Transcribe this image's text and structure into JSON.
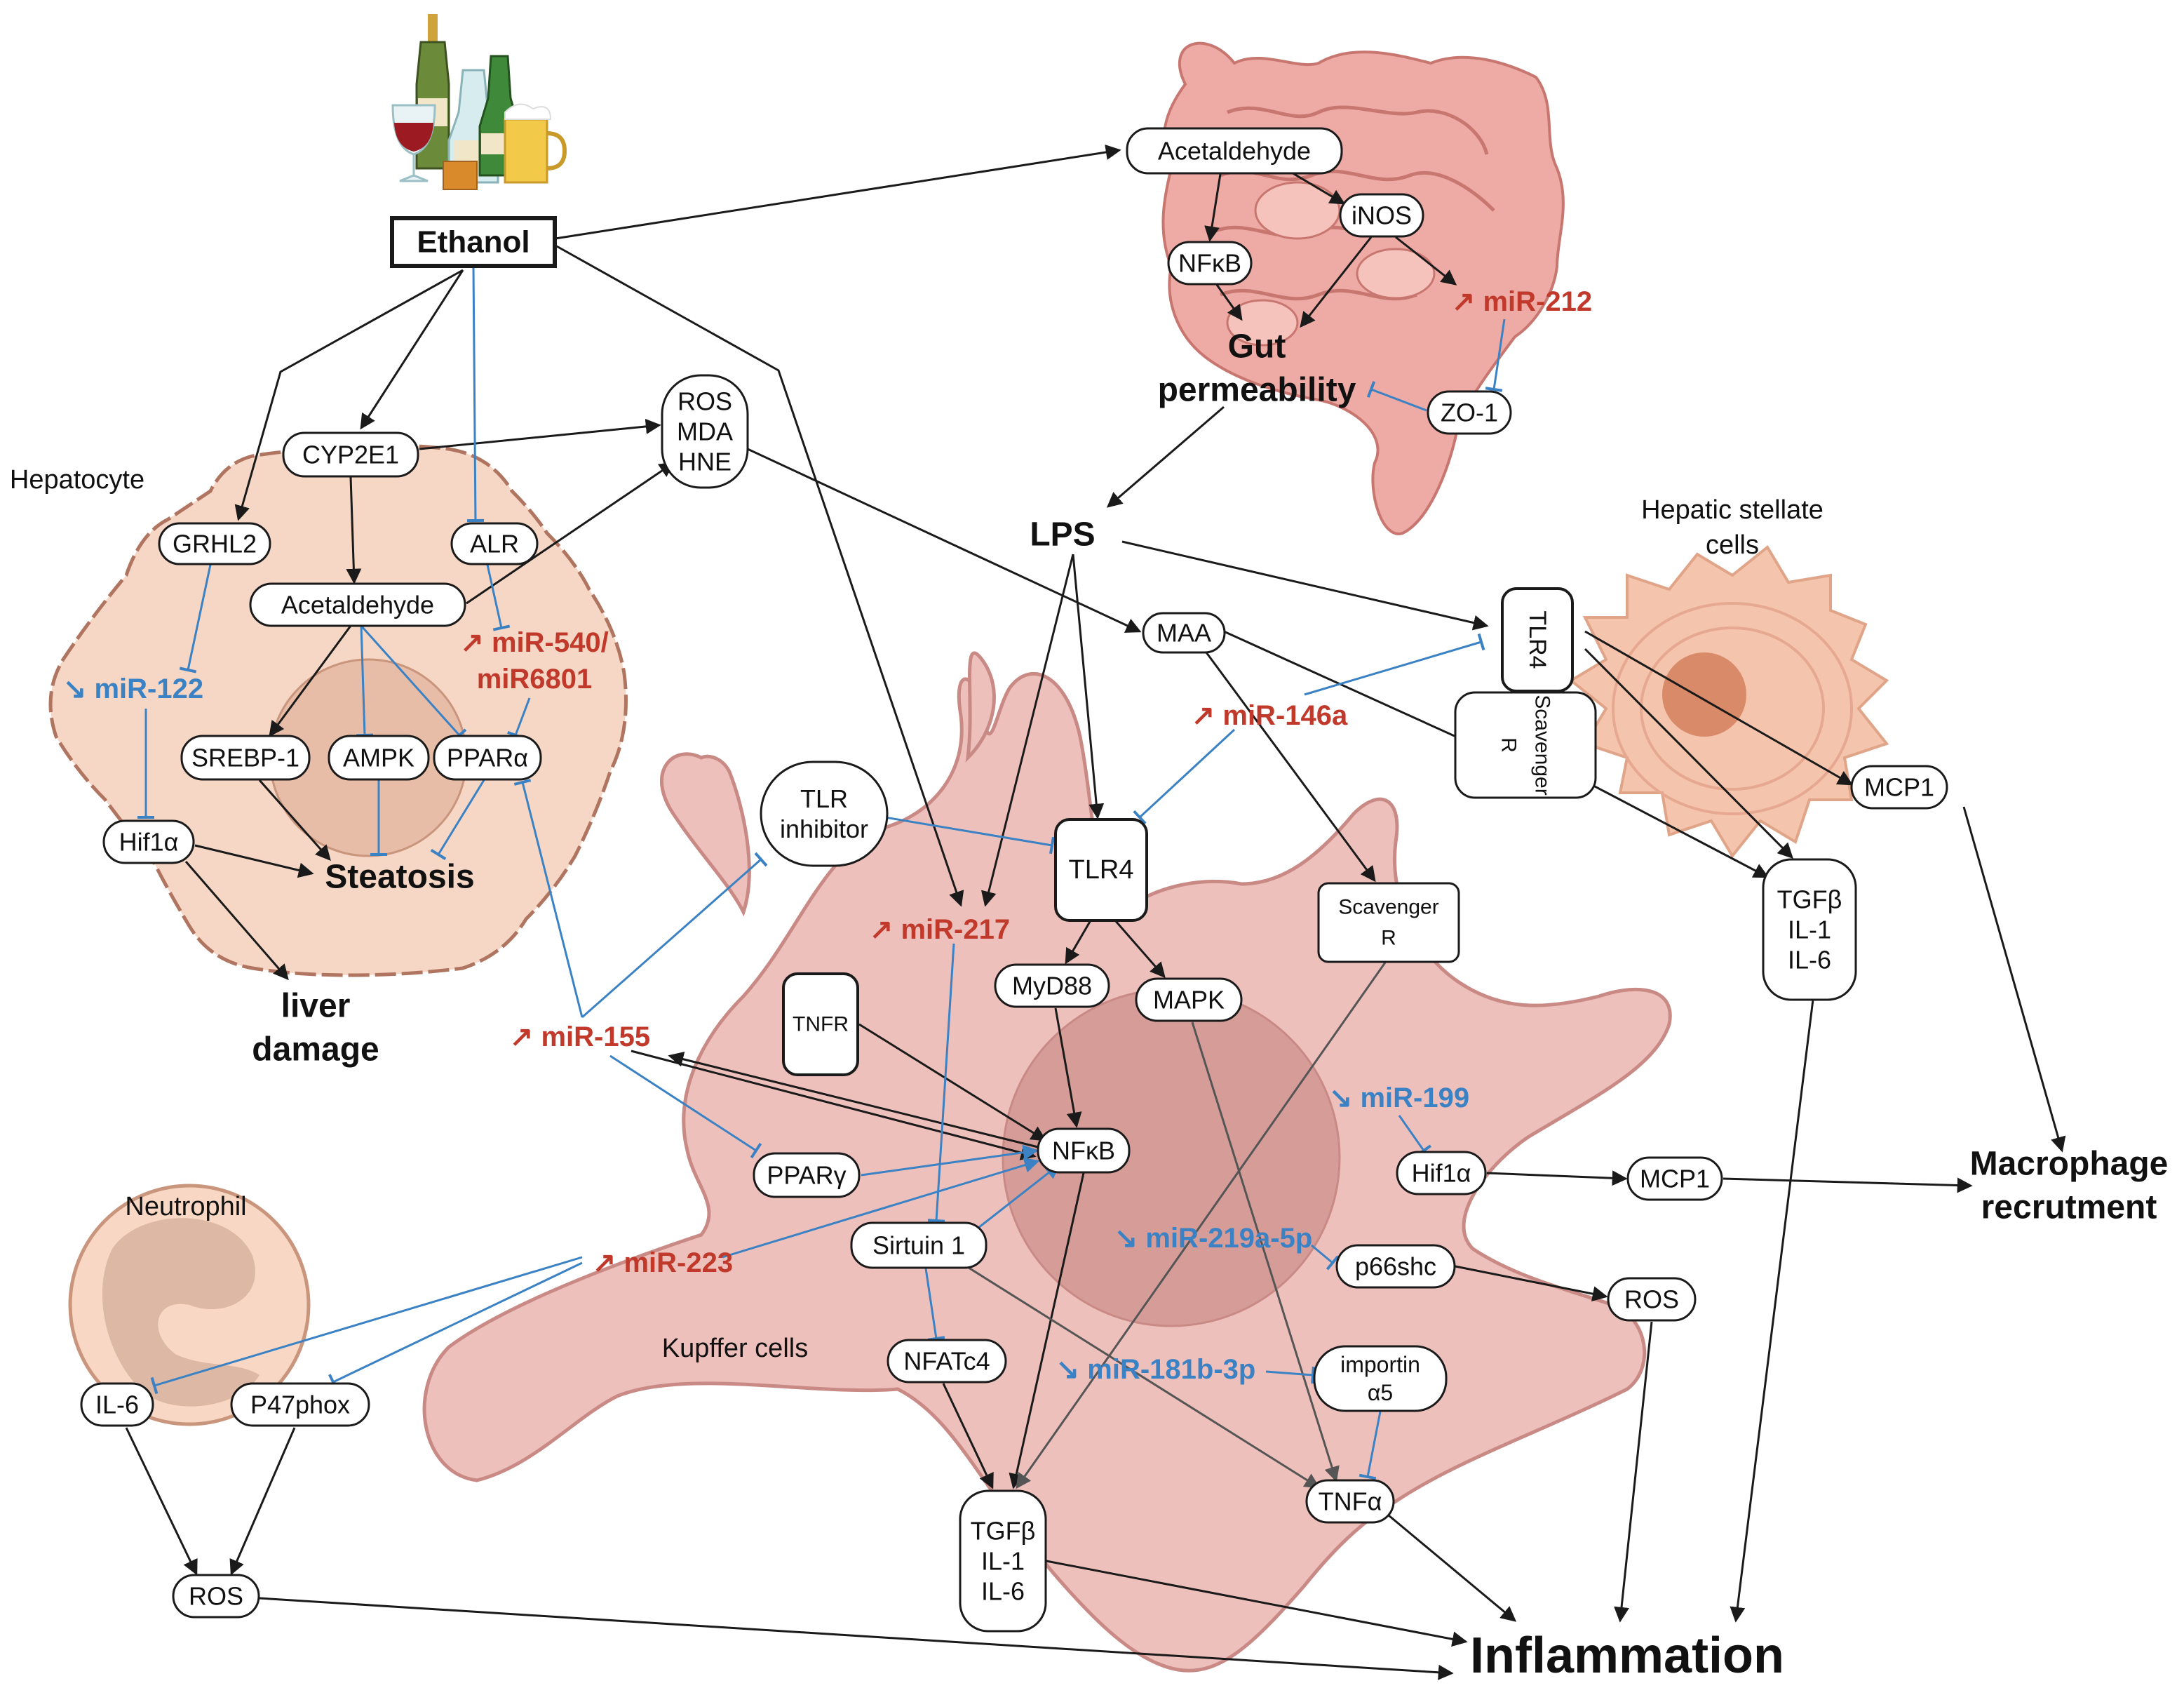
{
  "colors": {
    "black_arrow": "#1a1a1a",
    "blue_inhibit": "#3b82c4",
    "up_red": "#c0392b",
    "down_blue": "#3b82c4",
    "hepatocyte_fill": "#f6d6c4",
    "hepatocyte_stroke": "#b07560",
    "kupffer_fill": "#eec0bc",
    "kupffer_stroke": "#c98a86",
    "kupffer_nucleus": "#d59c98",
    "stellate_fill": "#f4c4ac",
    "stellate_nucleus": "#d98a68",
    "neutrophil_fill": "#f8d8c4",
    "neutrophil_nucleus": "#ddb8a4",
    "gut_fill": "#eeaaa4",
    "gut_stroke": "#c87670"
  },
  "icons": [
    "alcohol-bottles-icon",
    "intestine-icon"
  ],
  "cells": {
    "hepatocyte": "Hepatocyte",
    "stellate": [
      "Hepatic stellate",
      "cells"
    ],
    "neutrophil": "Neutrophil",
    "kupffer": "Kupffer cells"
  },
  "nodes": {
    "ethanol": "Ethanol",
    "gut_acetaldehyde": "Acetaldehyde",
    "inos": "iNOS",
    "gut_nfkb": "NFκB",
    "zo1": "ZO-1",
    "cyp2e1": "CYP2E1",
    "ros_mda_hne": [
      "ROS",
      "MDA",
      "HNE"
    ],
    "grhl2": "GRHL2",
    "alr": "ALR",
    "hep_acetaldehyde": "Acetaldehyde",
    "srebp1": "SREBP-1",
    "ampk": "AMPK",
    "pparα": "PPARα",
    "hep_hif1a": "Hif1α",
    "tlr_inhibitor": [
      "TLR",
      "inhibitor"
    ],
    "tlr4_kupffer": "TLR4",
    "maa": "MAA",
    "tlr4_stellate": "TLR4",
    "scavenger_stellate": [
      "Scavenger",
      "R"
    ],
    "mcp1_stellate": "MCP1",
    "tgf_stellate": [
      "TGFβ",
      "IL-1",
      "IL-6"
    ],
    "scavenger_kupffer": [
      "Scavenger",
      "R"
    ],
    "tnfr": "TNFR",
    "myd88": "MyD88",
    "mapk": "MAPK",
    "kupffer_nfkb": "NFκB",
    "pparγ": "PPARγ",
    "sirtuin1": "Sirtuin 1",
    "nfatc4": "NFATc4",
    "kupffer_hif1a": "Hif1α",
    "mcp1_kupffer": "MCP1",
    "p66shc": "p66shc",
    "ros_right": "ROS",
    "importin": [
      "importin",
      "α5"
    ],
    "tnfa": "TNFα",
    "tgf_kupffer": [
      "TGFβ",
      "IL-1",
      "IL-6"
    ],
    "il6_neutrophil": "IL-6",
    "p47phox": "P47phox",
    "ros_neutrophil": "ROS"
  },
  "outcomes": {
    "gut_permeability": [
      "Gut",
      "permeability"
    ],
    "lps": "LPS",
    "steatosis": "Steatosis",
    "liver_damage": [
      "liver",
      "damage"
    ],
    "macrophage_recruitment": [
      "Macrophage",
      "recrutment"
    ],
    "inflammation": "Inflammation"
  },
  "mirnas": {
    "mir212": "↗ miR-212",
    "mir540": [
      "↗ miR-540/",
      "miR6801"
    ],
    "mir122": "↘ miR-122",
    "mir146a": "↗ miR-146a",
    "mir217": "↗ miR-217",
    "mir155": "↗ miR-155",
    "mir199": "↘ miR-199",
    "mir219": "↘ miR-219a-5p",
    "mir223": "↗ miR-223",
    "mir181": "↘ miR-181b-3p"
  }
}
